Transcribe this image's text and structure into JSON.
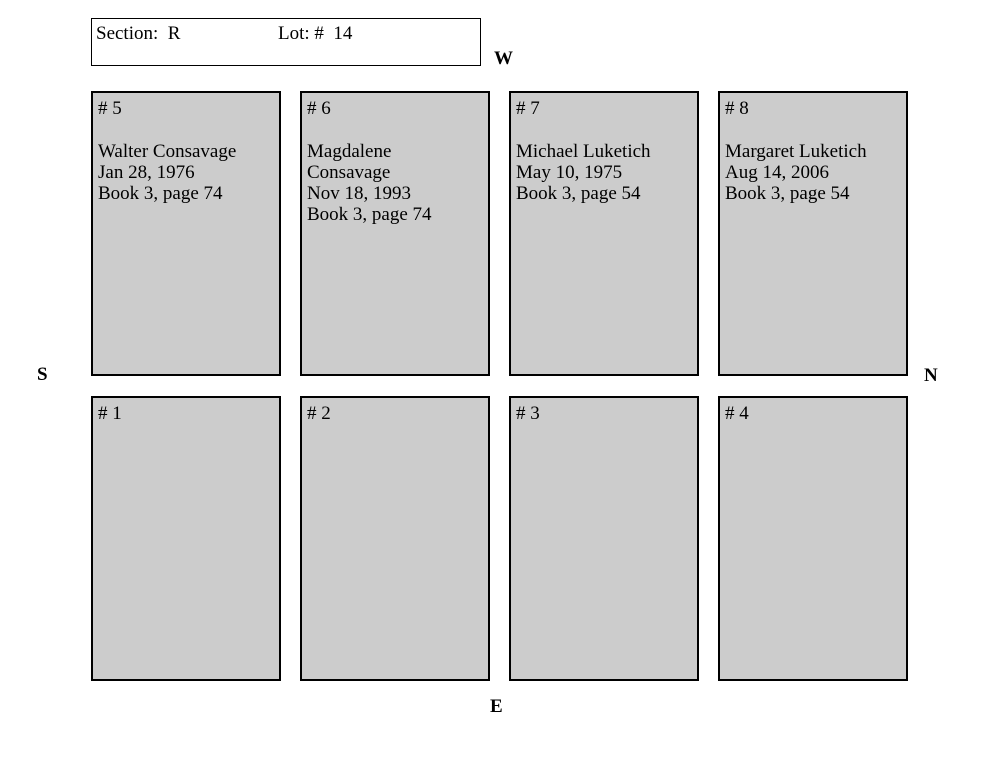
{
  "header": {
    "section_label": "Section:",
    "section_value": "R",
    "lot_label": "Lot: #",
    "lot_value": "14"
  },
  "compass": {
    "west": "W",
    "south": "S",
    "north": "N",
    "east": "E"
  },
  "plots": {
    "p5": {
      "number": "# 5",
      "name": "Walter Consavage",
      "date": "Jan 28, 1976",
      "record": "Book 3, page 74"
    },
    "p6": {
      "number": "# 6",
      "name": "Magdalene Consavage",
      "date": "Nov 18, 1993",
      "record": "Book 3, page 74"
    },
    "p7": {
      "number": "# 7",
      "name": "Michael Luketich",
      "date": "May 10, 1975",
      "record": "Book 3, page 54"
    },
    "p8": {
      "number": "# 8",
      "name": "Margaret Luketich",
      "date": "Aug 14, 2006",
      "record": "Book 3, page 54"
    },
    "p1": {
      "number": "# 1"
    },
    "p2": {
      "number": "# 2"
    },
    "p3": {
      "number": "# 3"
    },
    "p4": {
      "number": "# 4"
    }
  }
}
